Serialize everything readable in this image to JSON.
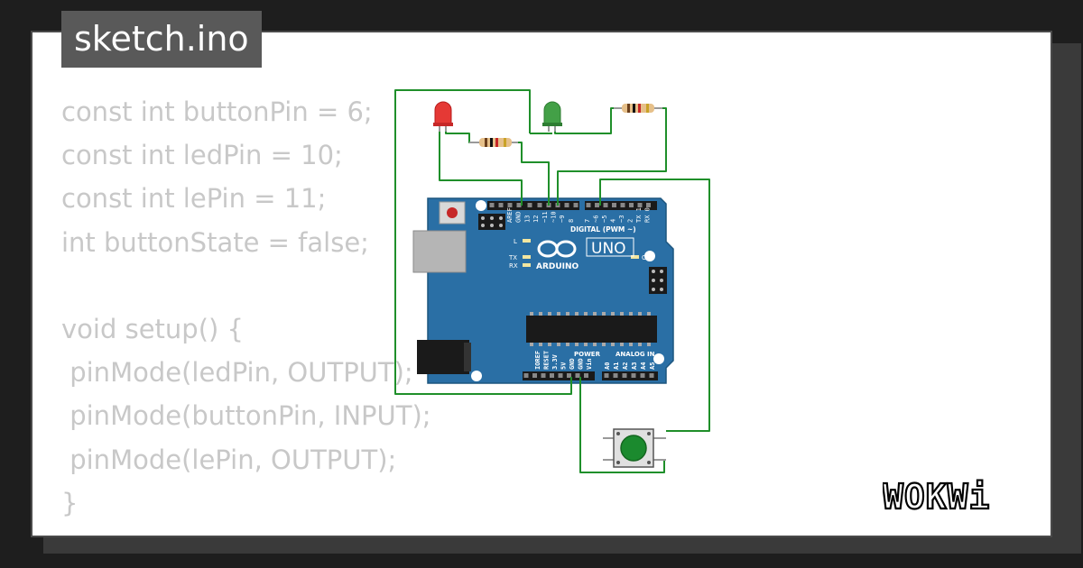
{
  "file_tab": {
    "label": "sketch.ino"
  },
  "code_lines": [
    "const int buttonPin = 6;",
    "const int ledPin = 10;",
    "const int lePin = 11;",
    "int buttonState = false;",
    "",
    "void setup() {",
    " pinMode(ledPin, OUTPUT);",
    " pinMode(buttonPin, INPUT);",
    " pinMode(lePin, OUTPUT);",
    "}"
  ],
  "board": {
    "model": "UNO",
    "brand": "ARDUINO",
    "digital_label": "DIGITAL (PWM ~)",
    "analog_label": "ANALOG IN",
    "power_label": "POWER",
    "on_label": "ON",
    "led_labels": [
      "L",
      "TX",
      "RX"
    ],
    "top_pin_labels_left": [
      "AREF",
      "GND",
      "13",
      "12",
      "~11",
      "~10",
      "~9",
      "8"
    ],
    "top_pin_labels_right": [
      "7",
      "~6",
      "~5",
      "4",
      "~3",
      "2",
      "TX 1",
      "RX 0"
    ],
    "power_pin_labels": [
      "IOREF",
      "RESET",
      "3.3V",
      "5V",
      "GND",
      "GND",
      "Vin"
    ],
    "analog_pin_labels": [
      "A0",
      "A1",
      "A2",
      "A3",
      "A4",
      "A5"
    ]
  },
  "components": {
    "led_red_color": "#e53935",
    "led_green_color": "#43a047",
    "button_color": "#1b8a2e",
    "wire_color": "#1f8f2a",
    "board_color": "#2a6fa5"
  },
  "logo": {
    "text": "WOKWi"
  }
}
